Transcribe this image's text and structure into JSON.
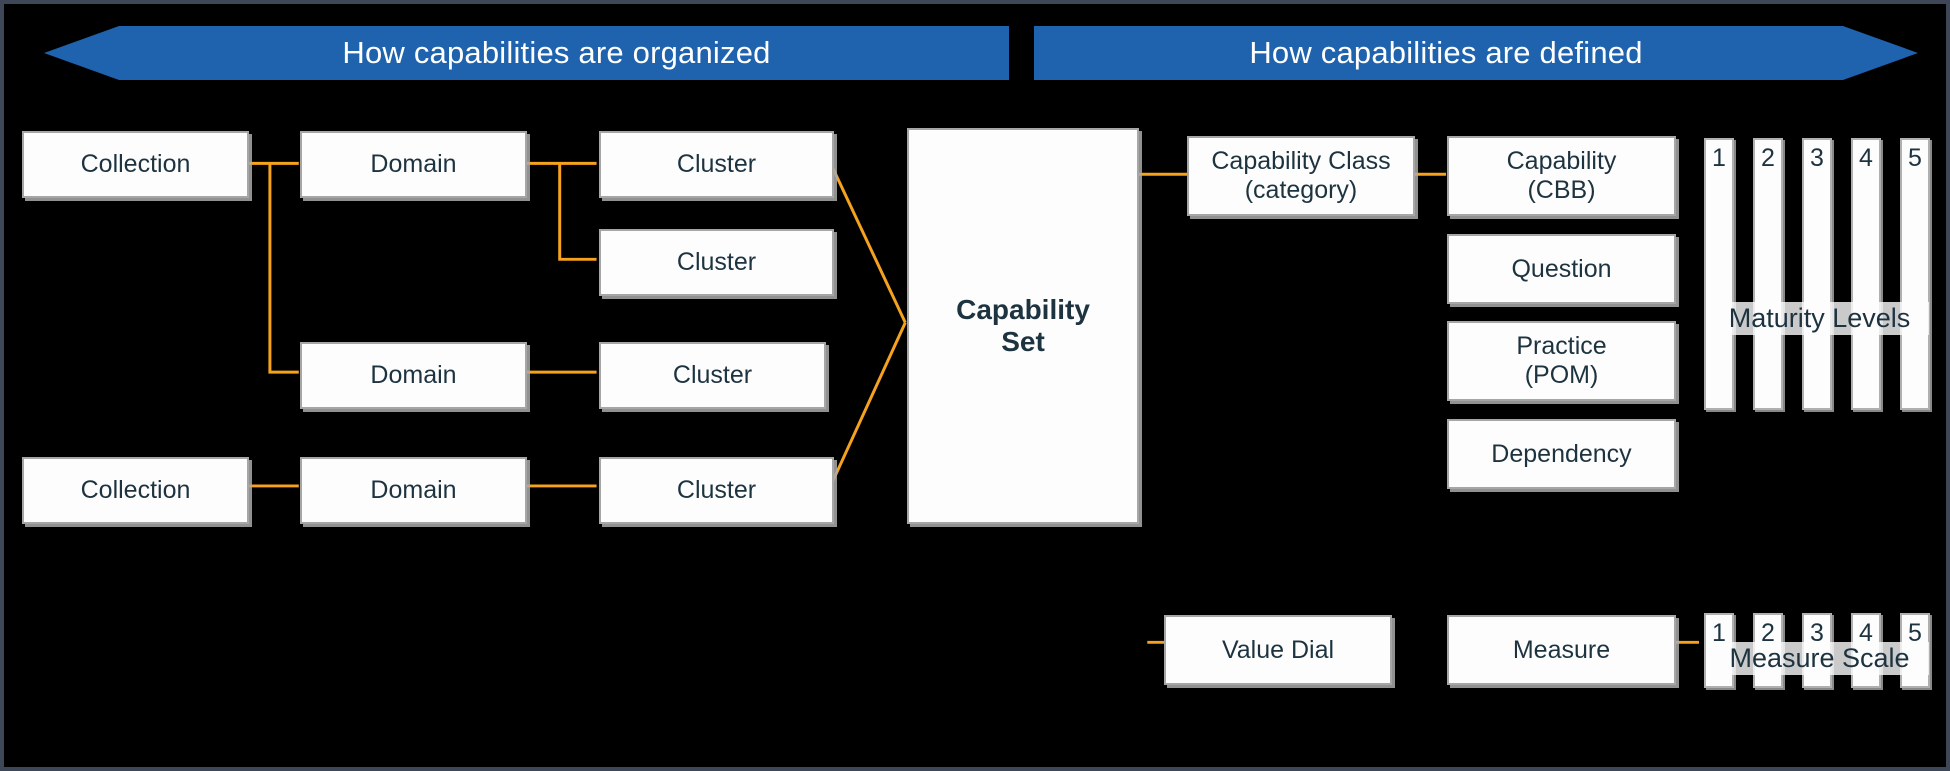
{
  "banners": {
    "left": {
      "label": "How capabilities are organized",
      "direction": "left",
      "color": "#1f62ad"
    },
    "right": {
      "label": "How capabilities are defined",
      "direction": "right",
      "color": "#1f62ad"
    }
  },
  "palette": {
    "background": "#000000",
    "frame_border": "#3d4758",
    "connector": "#f5a21e",
    "box_fill": "#fdfdfd",
    "box_border": "#a6a6a6",
    "text": "#1d3340",
    "banner": "#1f62ad",
    "banner_text": "#ffffff"
  },
  "organize_side": {
    "collections": [
      "Collection",
      "Collection"
    ],
    "domains": [
      "Domain",
      "Domain",
      "Domain"
    ],
    "clusters": [
      "Cluster",
      "Cluster",
      "Cluster",
      "Cluster"
    ]
  },
  "capability_set": {
    "label": "Capability\nSet"
  },
  "define_side": {
    "capability_class": "Capability Class\n(category)",
    "items": [
      "Capability\n(CBB)",
      "Question",
      "Practice\n(POM)",
      "Dependency"
    ],
    "maturity": {
      "caption": "Maturity Levels",
      "levels": [
        "1",
        "2",
        "3",
        "4",
        "5"
      ]
    }
  },
  "measure_row": {
    "value_dial": "Value Dial",
    "measure": "Measure",
    "scale": {
      "caption": "Measure Scale",
      "levels": [
        "1",
        "2",
        "3",
        "4",
        "5"
      ]
    }
  }
}
